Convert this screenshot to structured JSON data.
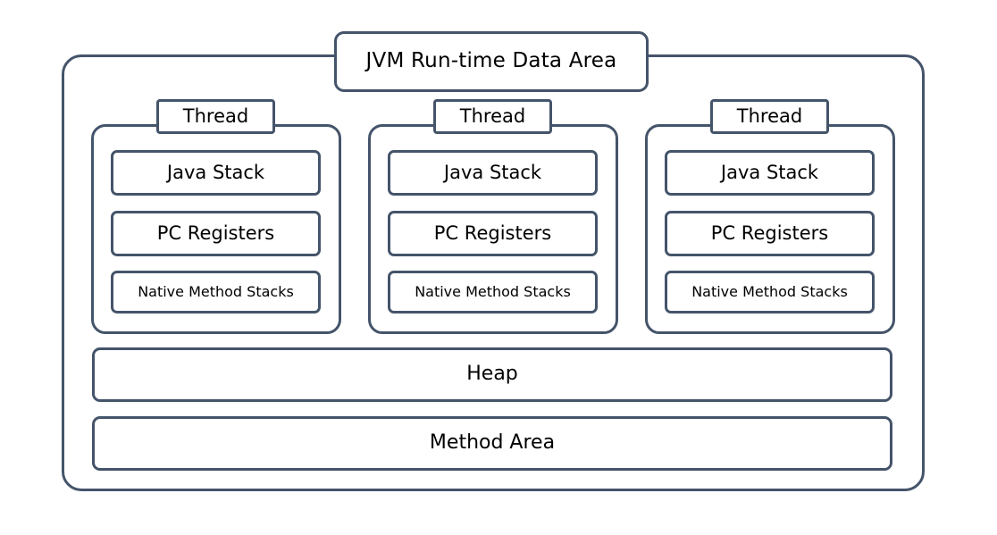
{
  "diagram": {
    "title": "JVM Run-time Data Area",
    "border_color": "#44546a",
    "background_color": "#ffffff",
    "text_color": "#000000",
    "threads": [
      {
        "label": "Thread",
        "components": [
          {
            "label": "Java Stack"
          },
          {
            "label": "PC Registers"
          },
          {
            "label": "Native Method Stacks"
          }
        ]
      },
      {
        "label": "Thread",
        "components": [
          {
            "label": "Java Stack"
          },
          {
            "label": "PC Registers"
          },
          {
            "label": "Native Method Stacks"
          }
        ]
      },
      {
        "label": "Thread",
        "components": [
          {
            "label": "Java Stack"
          },
          {
            "label": "PC Registers"
          },
          {
            "label": "Native Method Stacks"
          }
        ]
      }
    ],
    "shared_areas": [
      {
        "label": "Heap"
      },
      {
        "label": "Method Area"
      }
    ]
  }
}
